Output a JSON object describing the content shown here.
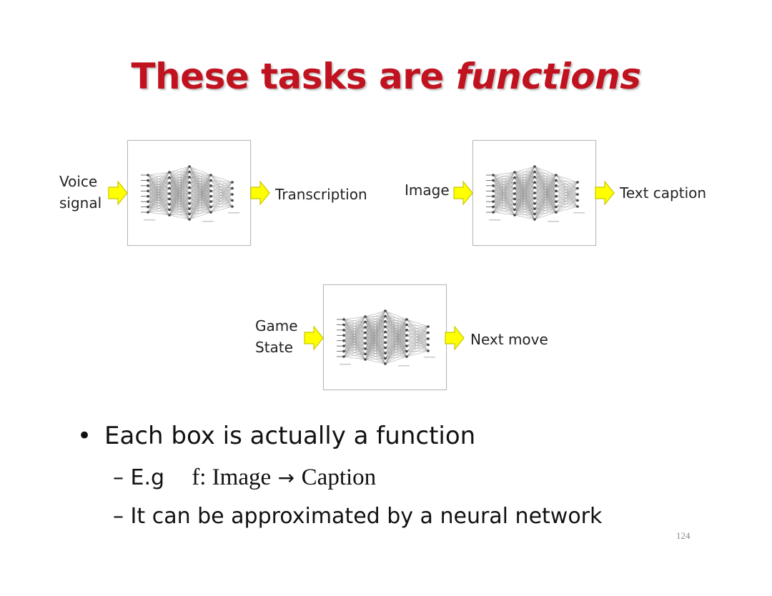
{
  "slide": {
    "title_main": "These tasks are ",
    "title_emph": "functions",
    "title_color": "#c0121f",
    "arrow_color": "#ffff00",
    "page_number": "124"
  },
  "diagram": {
    "block1": {
      "input": "Voice\nsignal",
      "output": "Transcription"
    },
    "block2": {
      "input": "Image",
      "output": "Text caption"
    },
    "block3": {
      "input": "Game\nState",
      "output": "Next move"
    }
  },
  "bullets": {
    "main": "Each box is actually a function",
    "dash": "–",
    "sub1_prefix": "E.g",
    "sub1_expr_left": "f: Image",
    "sub1_arrow": "→",
    "sub1_expr_right": "Caption",
    "sub2": "It can be approximated by a neural network",
    "bullet_symbol": "•"
  },
  "icons": [
    "neural-network-icon",
    "arrow-right-icon"
  ]
}
